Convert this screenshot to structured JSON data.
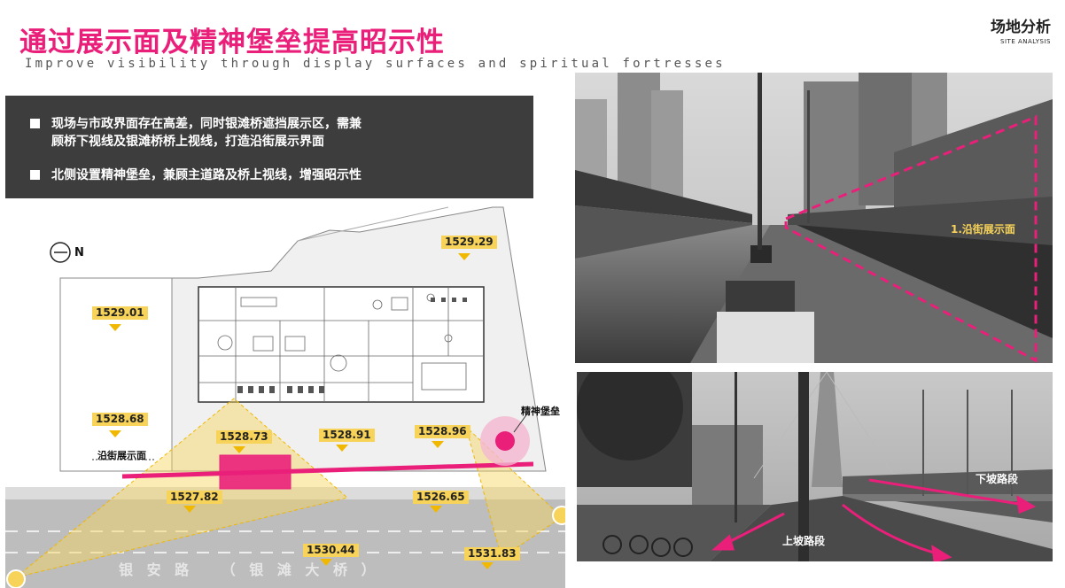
{
  "header": {
    "title": "通过展示面及精神堡垒提高昭示性",
    "subtitle": "Improve visibility through display surfaces and spiritual fortresses",
    "section_cn": "场地分析",
    "section_en": "SITE ANALYSIS"
  },
  "bullets": [
    {
      "line1": "现场与市政界面存在高差，同时银滩桥遮挡展示区，需兼",
      "line2": "顾桥下视线及银滩桥桥上视线，打造沿街展示界面"
    },
    {
      "line1": "北侧设置精神堡垒，兼顾主道路及桥上视线，增强昭示性",
      "line2": ""
    }
  ],
  "plan": {
    "north_label": "N",
    "spirit_fortress_label": "精神堡垒",
    "street_display_label": "沿街展示面",
    "road_label": "银 安 路　 （ 银 滩 大 桥 ）",
    "elevations": [
      "1529.29",
      "1529.01",
      "1528.68",
      "1528.73",
      "1528.91",
      "1528.96",
      "1527.82",
      "1526.65",
      "1530.44",
      "1531.83"
    ]
  },
  "photos": {
    "top_label": "1.沿街展示面",
    "bottom_label_down": "下坡路段",
    "bottom_label_up": "上坡路段"
  },
  "colors": {
    "accent": "#ea1f7a",
    "tag": "#f7d35a",
    "dark": "#3d3d3d"
  }
}
